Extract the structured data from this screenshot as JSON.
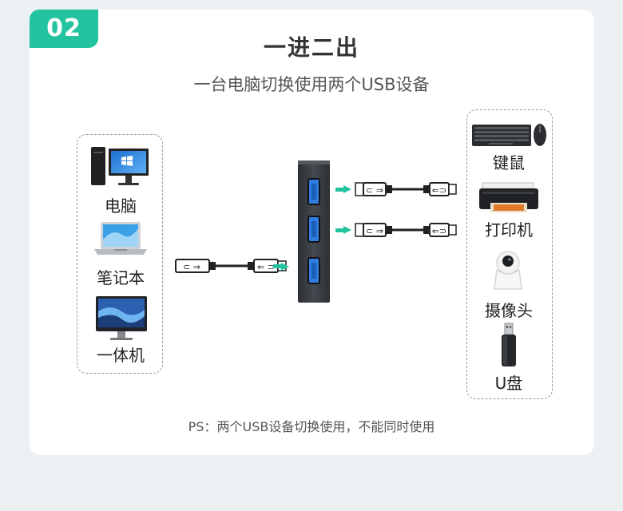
{
  "badge": "02",
  "title": "一进二出",
  "subtitle": "一台电脑切换使用两个USB设备",
  "left_devices": [
    {
      "label": "电脑",
      "icon": "desktop-pc-icon"
    },
    {
      "label": "笔记本",
      "icon": "laptop-icon"
    },
    {
      "label": "一体机",
      "icon": "all-in-one-pc-icon"
    }
  ],
  "right_devices": [
    {
      "label": "键鼠",
      "icon": "keyboard-mouse-icon"
    },
    {
      "label": "打印机",
      "icon": "printer-icon"
    },
    {
      "label": "摄像头",
      "icon": "camera-icon"
    },
    {
      "label": "U盘",
      "icon": "usb-drive-icon"
    }
  ],
  "note": "PS：两个USB设备切换使用，不能同时使用",
  "colors": {
    "accent": "#23c3a0",
    "hub": "#3a3d42",
    "port": "#2f7de0"
  }
}
